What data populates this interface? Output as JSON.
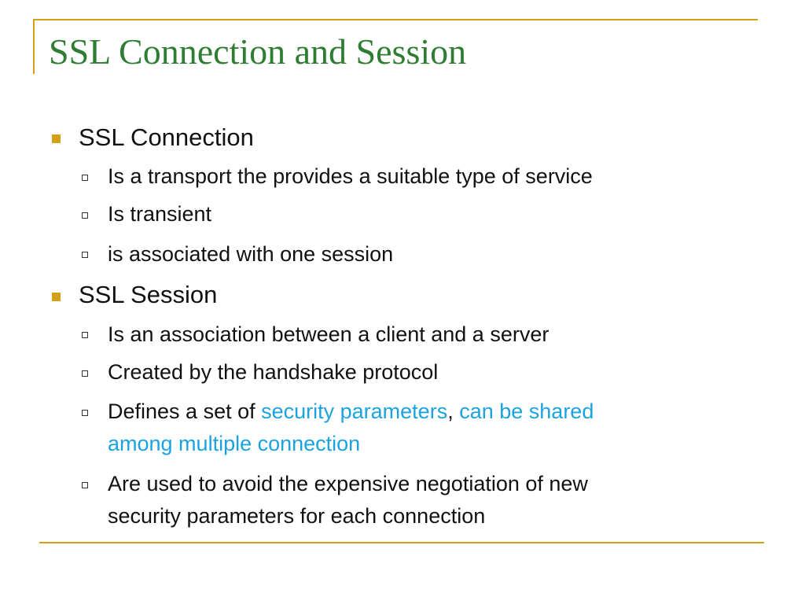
{
  "slide": {
    "title": "SSL Connection and Session",
    "accent_color": "#d4a017",
    "title_color": "#2e7d32",
    "highlight_color": "#1aa3e0",
    "bullets": [
      {
        "text": "SSL Connection",
        "sub": [
          "Is a transport the provides a suitable type of service",
          "Is transient",
          "is associated with one session"
        ]
      },
      {
        "text": "SSL Session",
        "sub": [
          "Is an association between a client and a server",
          "Created by the handshake protocol",
          {
            "prefix": "Defines a set of ",
            "highlight1": "security parameters",
            "comma": ",",
            "highlight2_line1": " can be shared",
            "highlight2_line2": "among multiple connection"
          },
          {
            "line1": "Are used to avoid the expensive negotiation of new",
            "line2": "security parameters for each connection"
          }
        ]
      }
    ]
  }
}
